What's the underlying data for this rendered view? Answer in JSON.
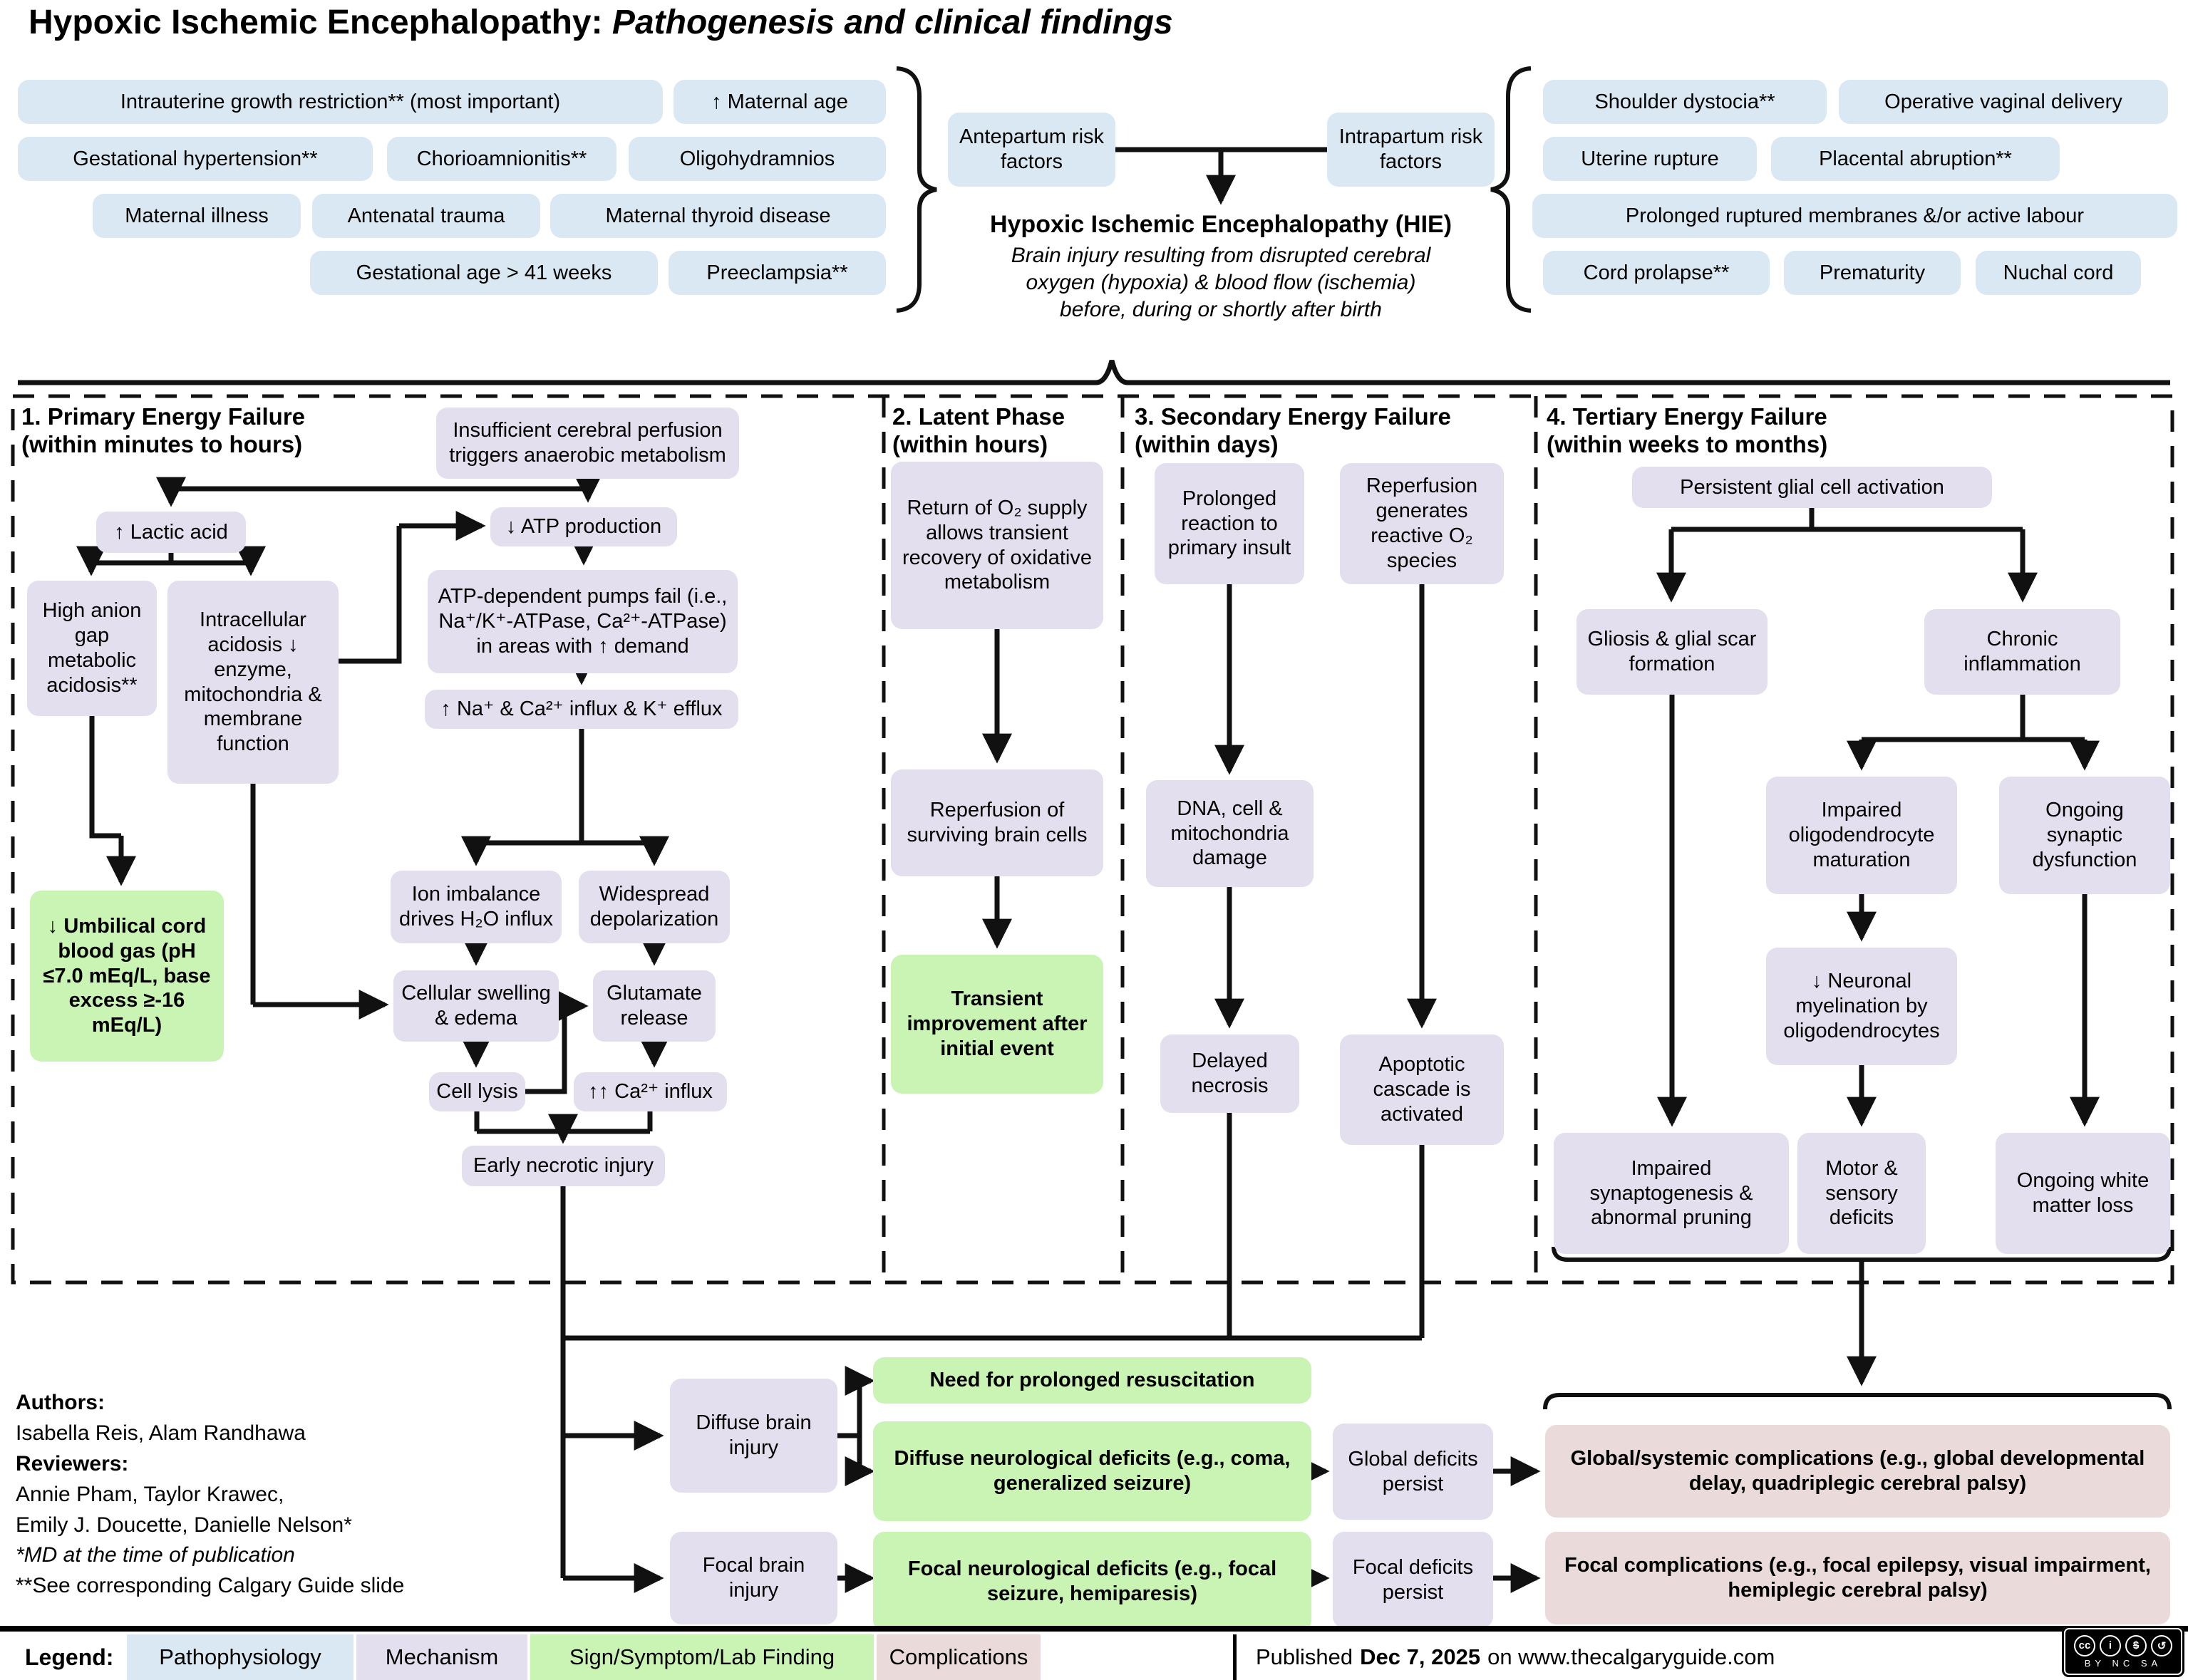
{
  "title": {
    "main": "Hypoxic Ischemic Encephalopathy:",
    "sub": "Pathogenesis and clinical findings"
  },
  "colors": {
    "pathophysiology": "#D9E8F2",
    "mechanism": "#E3DFEE",
    "sign": "#C9F4B3",
    "complication": "#EADADA"
  },
  "antepartum": {
    "label": "Antepartum risk factors",
    "items": [
      "Intrauterine growth restriction** (most important)",
      "↑ Maternal age",
      "Gestational hypertension**",
      "Chorioamnionitis**",
      "Oligohydramnios",
      "Maternal illness",
      "Antenatal trauma",
      "Maternal thyroid disease",
      "Gestational age > 41 weeks",
      "Preeclampsia**"
    ]
  },
  "intrapartum": {
    "label": "Intrapartum risk factors",
    "items": [
      "Shoulder dystocia**",
      "Operative vaginal delivery",
      "Uterine rupture",
      "Placental abruption**",
      "Prolonged ruptured membranes &/or active labour",
      "Cord prolapse**",
      "Prematurity",
      "Nuchal cord"
    ]
  },
  "hie": {
    "heading": "Hypoxic Ischemic Encephalopathy (HIE)",
    "desc1": "Brain injury resulting from disrupted cerebral",
    "desc2": "oxygen (hypoxia) & blood flow (ischemia)",
    "desc3": "before, during or shortly after birth"
  },
  "sections": {
    "s1": {
      "l1": "1. Primary Energy Failure",
      "l2": "(within minutes to hours)"
    },
    "s2": {
      "l1": "2. Latent Phase",
      "l2": "(within hours)"
    },
    "s3": {
      "l1": "3. Secondary Energy Failure",
      "l2": "(within days)"
    },
    "s4": {
      "l1": "4. Tertiary Energy Failure",
      "l2": "(within weeks to months)"
    }
  },
  "nodes": {
    "insufficient": "Insufficient cerebral perfusion triggers anaerobic metabolism",
    "lactic": "↑ Lactic acid",
    "atp": "↓ ATP production",
    "anion": "High anion gap metabolic acidosis**",
    "intracellular": "Intracellular acidosis ↓ enzyme, mitochondria & membrane function",
    "umbilical": "↓ Umbilical cord blood gas (pH ≤7.0 mEq/L, base excess ≥-16 mEq/L)",
    "pumps": "ATP-dependent pumps fail (i.e., Na⁺/K⁺-ATPase, Ca²⁺-ATPase) in areas with ↑ demand",
    "influx": "↑ Na⁺ & Ca²⁺ influx & K⁺ efflux",
    "ion_imbalance": "Ion imbalance drives H₂O influx",
    "depolarization": "Widespread depolarization",
    "swelling": "Cellular swelling & edema",
    "glutamate": "Glutamate release",
    "lysis": "Cell lysis",
    "ca_influx": "↑↑ Ca²⁺ influx",
    "necrotic": "Early necrotic injury",
    "return_o2": "Return of O₂ supply allows transient recovery of oxidative metabolism",
    "reperfusion_cells": "Reperfusion of surviving brain cells",
    "transient": "Transient improvement after initial event",
    "prolonged": "Prolonged reaction to primary insult",
    "reactive_o2": "Reperfusion generates reactive O₂ species",
    "dna_damage": "DNA, cell & mitochondria damage",
    "delayed_necrosis": "Delayed necrosis",
    "apoptotic": "Apoptotic cascade is activated",
    "glial_activation": "Persistent glial cell activation",
    "gliosis": "Gliosis & glial scar formation",
    "chronic_inflammation": "Chronic inflammation",
    "oligodendrocyte": "Impaired oligodendrocyte maturation",
    "synaptic_dysfunction": "Ongoing synaptic dysfunction",
    "myelination": "↓ Neuronal myelination by oligodendrocytes",
    "synaptogenesis": "Impaired synaptogenesis & abnormal pruning",
    "motor_sensory": "Motor & sensory deficits",
    "white_matter": "Ongoing white matter loss",
    "diffuse_injury": "Diffuse brain injury",
    "focal_injury": "Focal brain injury",
    "resuscitation": "Need for prolonged resuscitation",
    "diffuse_deficits": "Diffuse neurological deficits (e.g., coma, generalized seizure)",
    "global_persist": "Global deficits persist",
    "focal_deficits": "Focal neurological deficits (e.g., focal seizure, hemiparesis)",
    "focal_persist": "Focal deficits persist",
    "global_complications": "Global/systemic complications (e.g., global developmental delay, quadriplegic cerebral palsy)",
    "focal_complications": "Focal complications (e.g., focal epilepsy, visual impairment, hemiplegic cerebral palsy)"
  },
  "authors": {
    "heading": "Authors:",
    "names": "Isabella Reis, Alam Randhawa",
    "reviewers_heading": "Reviewers:",
    "reviewers1": "Annie Pham, Taylor Krawec,",
    "reviewers2": "Emily J. Doucette, Danielle Nelson*",
    "note1": "*MD at the time of publication",
    "note2": "**See corresponding Calgary Guide slide"
  },
  "legend": {
    "label": "Legend:",
    "items": [
      "Pathophysiology",
      "Mechanism",
      "Sign/Symptom/Lab Finding",
      "Complications"
    ],
    "published_prefix": "Published",
    "published_date": "Dec 7, 2025",
    "published_suffix": "on www.thecalgaryguide.com",
    "cc_icons": [
      "cc",
      "i",
      "$",
      "↺"
    ],
    "cc_text": "BY NC SA"
  }
}
